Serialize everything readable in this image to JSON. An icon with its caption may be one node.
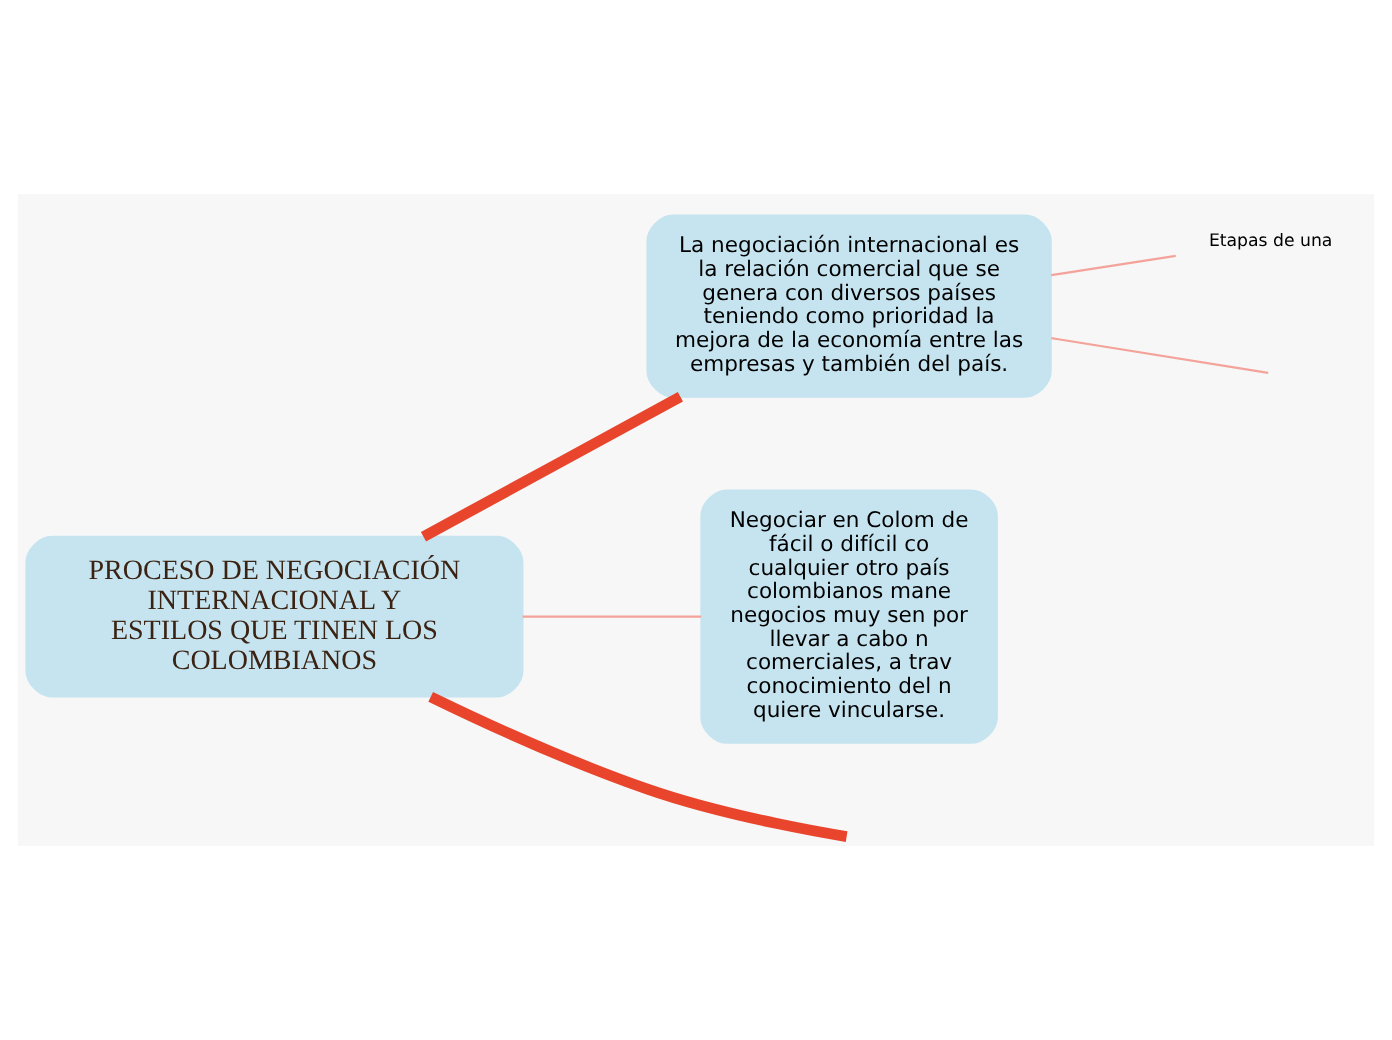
{
  "diagram": {
    "nodes": [
      {
        "text": [
          "PROCESO DE NEGOCIACIÓN INTERNACIONAL Y ESTILOS QUE TINEN LOS COLOMBIANOS"
        ]
      },
      {
        "text": [
          "La negociación internacional es la relación comercial que se genera con diversos países teniendo como prioridad la mejora de la economía entre las empresas y también del país."
        ]
      },
      {
        "text": [
          "Etapas de una"
        ]
      },
      {
        "text": [
          "Negociar en Colom de fácil o difícil co cualquier otro país colombianos mane negocios muy sen por llevar a cabo n comerciales, a trav conocimiento del n quiere vincularse."
        ]
      }
    ],
    "edges": [
      {
        "from": 0,
        "to": 1,
        "arrow": "none",
        "style": "thick",
        "color": "#e8452c"
      },
      {
        "from": 0,
        "to": null,
        "arrow": "none",
        "style": "thick",
        "color": "#e8452c"
      },
      {
        "from": 0,
        "to": 3,
        "arrow": "none"
      },
      {
        "from": 1,
        "to": 2,
        "arrow": "none"
      },
      {
        "from": 1,
        "to": null,
        "arrow": "none"
      }
    ]
  }
}
